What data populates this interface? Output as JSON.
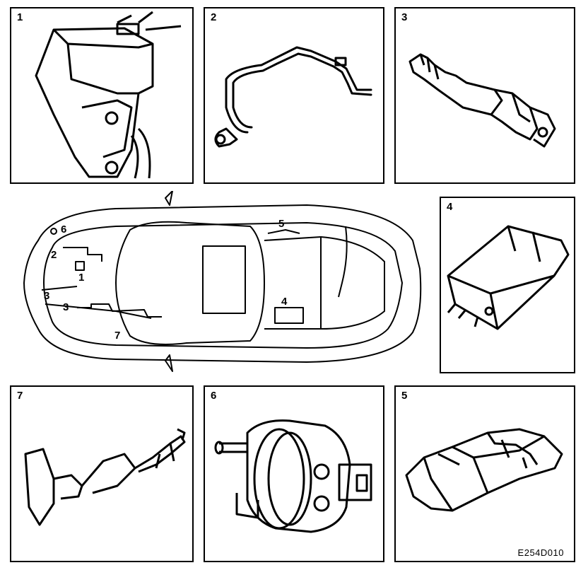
{
  "panels": {
    "p1": {
      "number": "1"
    },
    "p2": {
      "number": "2"
    },
    "p3": {
      "number": "3"
    },
    "p4": {
      "number": "4"
    },
    "p7": {
      "number": "7"
    },
    "p6": {
      "number": "6"
    },
    "p5": {
      "number": "5"
    }
  },
  "car_labels": {
    "l6": "6",
    "l2": "2",
    "l1": "1",
    "l3a": "3",
    "l3b": "3",
    "l7": "7",
    "l5": "5",
    "l4": "4"
  },
  "figure_code": "E254D010"
}
